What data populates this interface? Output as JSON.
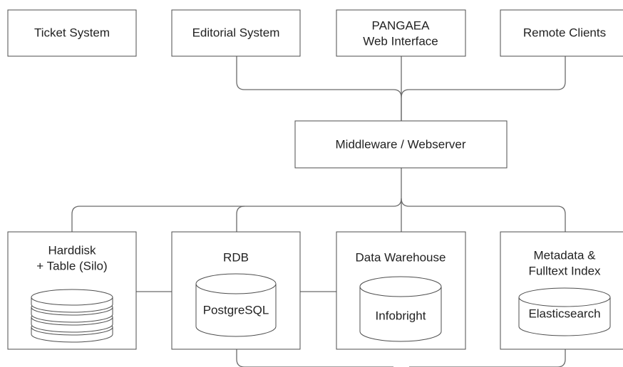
{
  "top_systems": {
    "ticket": "Ticket System",
    "editorial": "Editorial System",
    "pangaea_line1": "PANGAEA",
    "pangaea_line2": "Web Interface",
    "remote": "Remote Clients"
  },
  "middleware": "Middleware / Webserver",
  "storage": {
    "harddisk_line1": "Harddisk",
    "harddisk_line2": "+ Table (Silo)",
    "rdb": "RDB",
    "rdb_db": "PostgreSQL",
    "warehouse": "Data Warehouse",
    "warehouse_db": "Infobright",
    "index_line1": "Metadata &",
    "index_line2": "Fulltext Index",
    "index_db": "Elasticsearch"
  }
}
